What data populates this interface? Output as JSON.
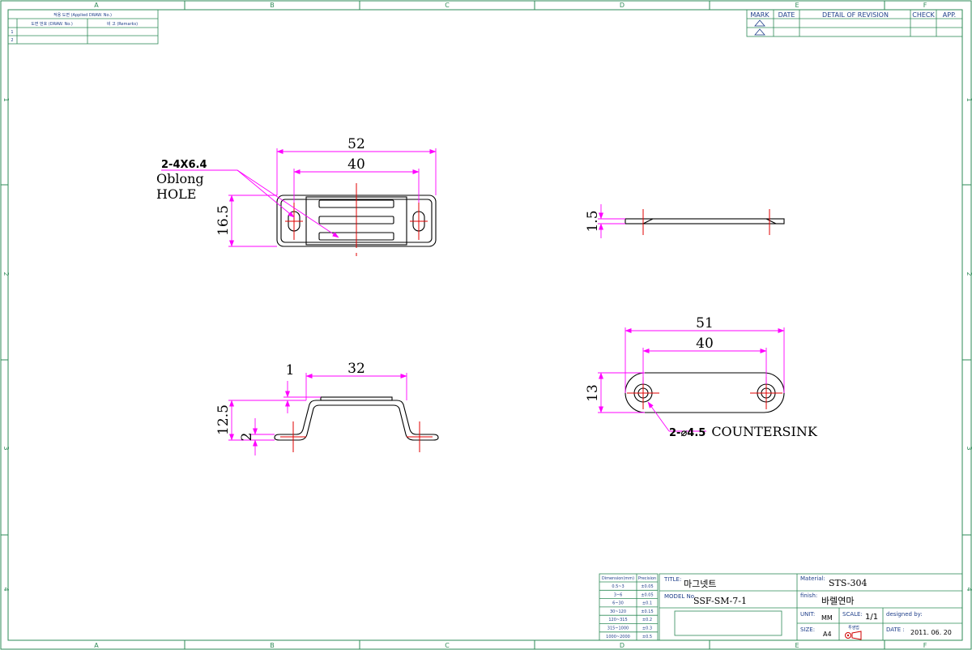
{
  "zones": {
    "columns": [
      "A",
      "B",
      "C",
      "D",
      "E",
      "F"
    ],
    "rows": [
      "1",
      "2",
      "3",
      "4"
    ]
  },
  "applied_drawing": {
    "title": "적용 도면 (Applied DRAW. No.)",
    "col_drawing_no": "도면 번호 (DRAW. No.)",
    "col_remarks": "비 고 (Remarks)",
    "rows": [
      "1",
      "2"
    ]
  },
  "revision": {
    "mark": "MARK",
    "date": "DATE",
    "detail": "DETAIL OF REVISION",
    "check": "CHECK",
    "app": "APP."
  },
  "views": {
    "top": {
      "dims": [
        "52",
        "40",
        "16.5"
      ],
      "note_line1": "2-4X6.4",
      "note_line2": "Oblong",
      "note_line3": "HOLE"
    },
    "side": {
      "dims": [
        "1.5"
      ]
    },
    "front": {
      "dims": [
        "1",
        "32",
        "12.5",
        "2"
      ]
    },
    "bottom": {
      "dims": [
        "51",
        "40",
        "13"
      ],
      "note_prefix": "2-",
      "note_symbol": "⌀",
      "note_size": "4.5",
      "note_text": "COUNTERSINK"
    }
  },
  "tolerance": {
    "header_dim": "Dimension(mm)",
    "header_prec": "Precision",
    "rows": [
      {
        "range": "0.5~3",
        "tol": "±0.05"
      },
      {
        "range": "3~6",
        "tol": "±0.05"
      },
      {
        "range": "6~30",
        "tol": "±0.1"
      },
      {
        "range": "30~120",
        "tol": "±0.15"
      },
      {
        "range": "120~315",
        "tol": "±0.2"
      },
      {
        "range": "315~1000",
        "tol": "±0.3"
      },
      {
        "range": "1000~2000",
        "tol": "±0.5"
      }
    ]
  },
  "title_block": {
    "title_label": "TITLE:",
    "title_value": "마그넷트",
    "model_label": "MODEL No.",
    "model_value": "SSF-SM-7-1",
    "material_label": "Material:",
    "material_value": "STS-304",
    "finish_label": "finish:",
    "finish_value": "바렐연마",
    "unit_label": "UNIT:",
    "unit_value": "MM",
    "scale_label": "SCALE:",
    "scale_value": "1/1",
    "designed_label": "designed by:",
    "size_label": "SIZE:",
    "size_value": "A4",
    "projection_label": "투영법",
    "date_label": "DATE :",
    "date_value": "2011. 06. 20"
  },
  "colors": {
    "border": "#2e8b57",
    "dimension": "#ff00ff",
    "centerline": "#e00000",
    "object": "#000000",
    "table_text": "#1f3f8a"
  }
}
